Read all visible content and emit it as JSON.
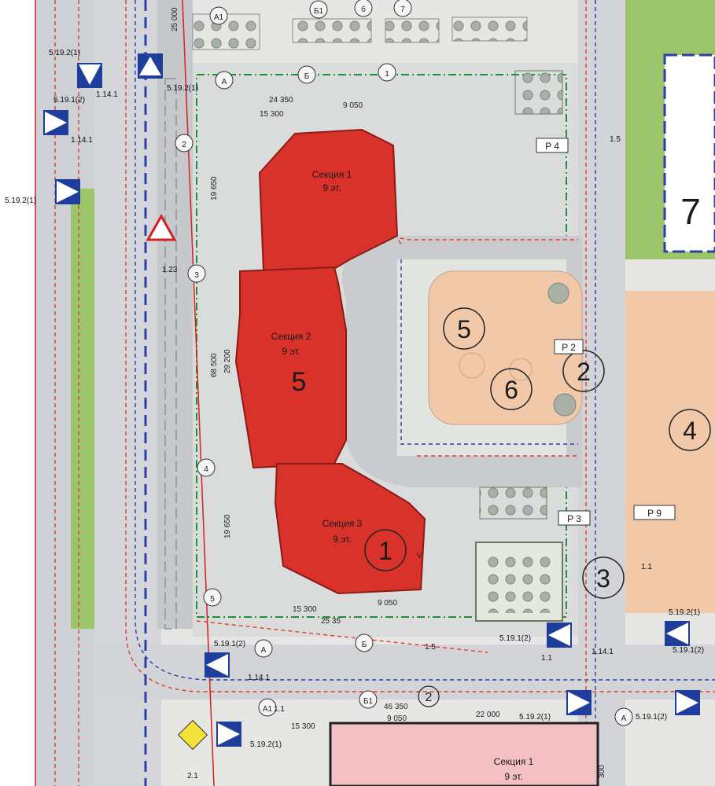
{
  "plan": {
    "colors": {
      "section_fill": "#d8322a",
      "section_stroke": "#8a1b16",
      "road": "#cfcfd2",
      "courtyard": "#d9dcda",
      "lawn": "#9cc46a",
      "playground": "#f2c9a8",
      "boundary_green": "#1f8f3a",
      "route_red": "#e23b2e",
      "route_blue": "#2b3fa8"
    },
    "sections": [
      {
        "name": "Секция 1",
        "floors": "9 эт."
      },
      {
        "name": "Секция 2",
        "floors": "9 эт."
      },
      {
        "name": "Секция 3",
        "floors": "9 эт."
      },
      {
        "name": "Секция 1",
        "floors": "9 эт."
      }
    ],
    "building_number": "5",
    "zone_number": "7",
    "circle_markers": [
      "5",
      "6",
      "2",
      "4",
      "1",
      "3",
      "2"
    ],
    "parking": [
      "P 4",
      "P 2",
      "P 3",
      "P 9"
    ],
    "axes": {
      "letters": [
        "А1",
        "Б1",
        "б",
        "7",
        "А",
        "Б",
        "1",
        "А",
        "Б",
        "А1",
        "Б1",
        "А"
      ],
      "numbers": [
        "2",
        "3",
        "4",
        "5",
        "2"
      ]
    },
    "dimensions": [
      "25 000",
      "24 350",
      "9 050",
      "15 300",
      "19 650",
      "68 500",
      "29 200",
      "19 650",
      "15 300",
      "25 35",
      "9 050",
      "46 350",
      "9 050",
      "15 300",
      "22 000",
      "300"
    ],
    "signs": {
      "codes": [
        "5.19.2(1)",
        "5.19.1(2)",
        "5.19.2(1)",
        "5.19.2(1)",
        "5.19.1(2)",
        "5.19.1(2)",
        "5.19.2(1)",
        "5.19.2(1)",
        "5.19.1(2)",
        "5.19.1(2)",
        "5.19.2(1)"
      ],
      "markings": [
        "1.14.1",
        "1.14.1",
        "1.23",
        "1.5",
        "1.1",
        "1.14.1",
        "1.14.1",
        "1.1",
        "1.1",
        "2.1",
        "1.5"
      ]
    },
    "misc_labels": {
      "axis_v": "V"
    }
  }
}
